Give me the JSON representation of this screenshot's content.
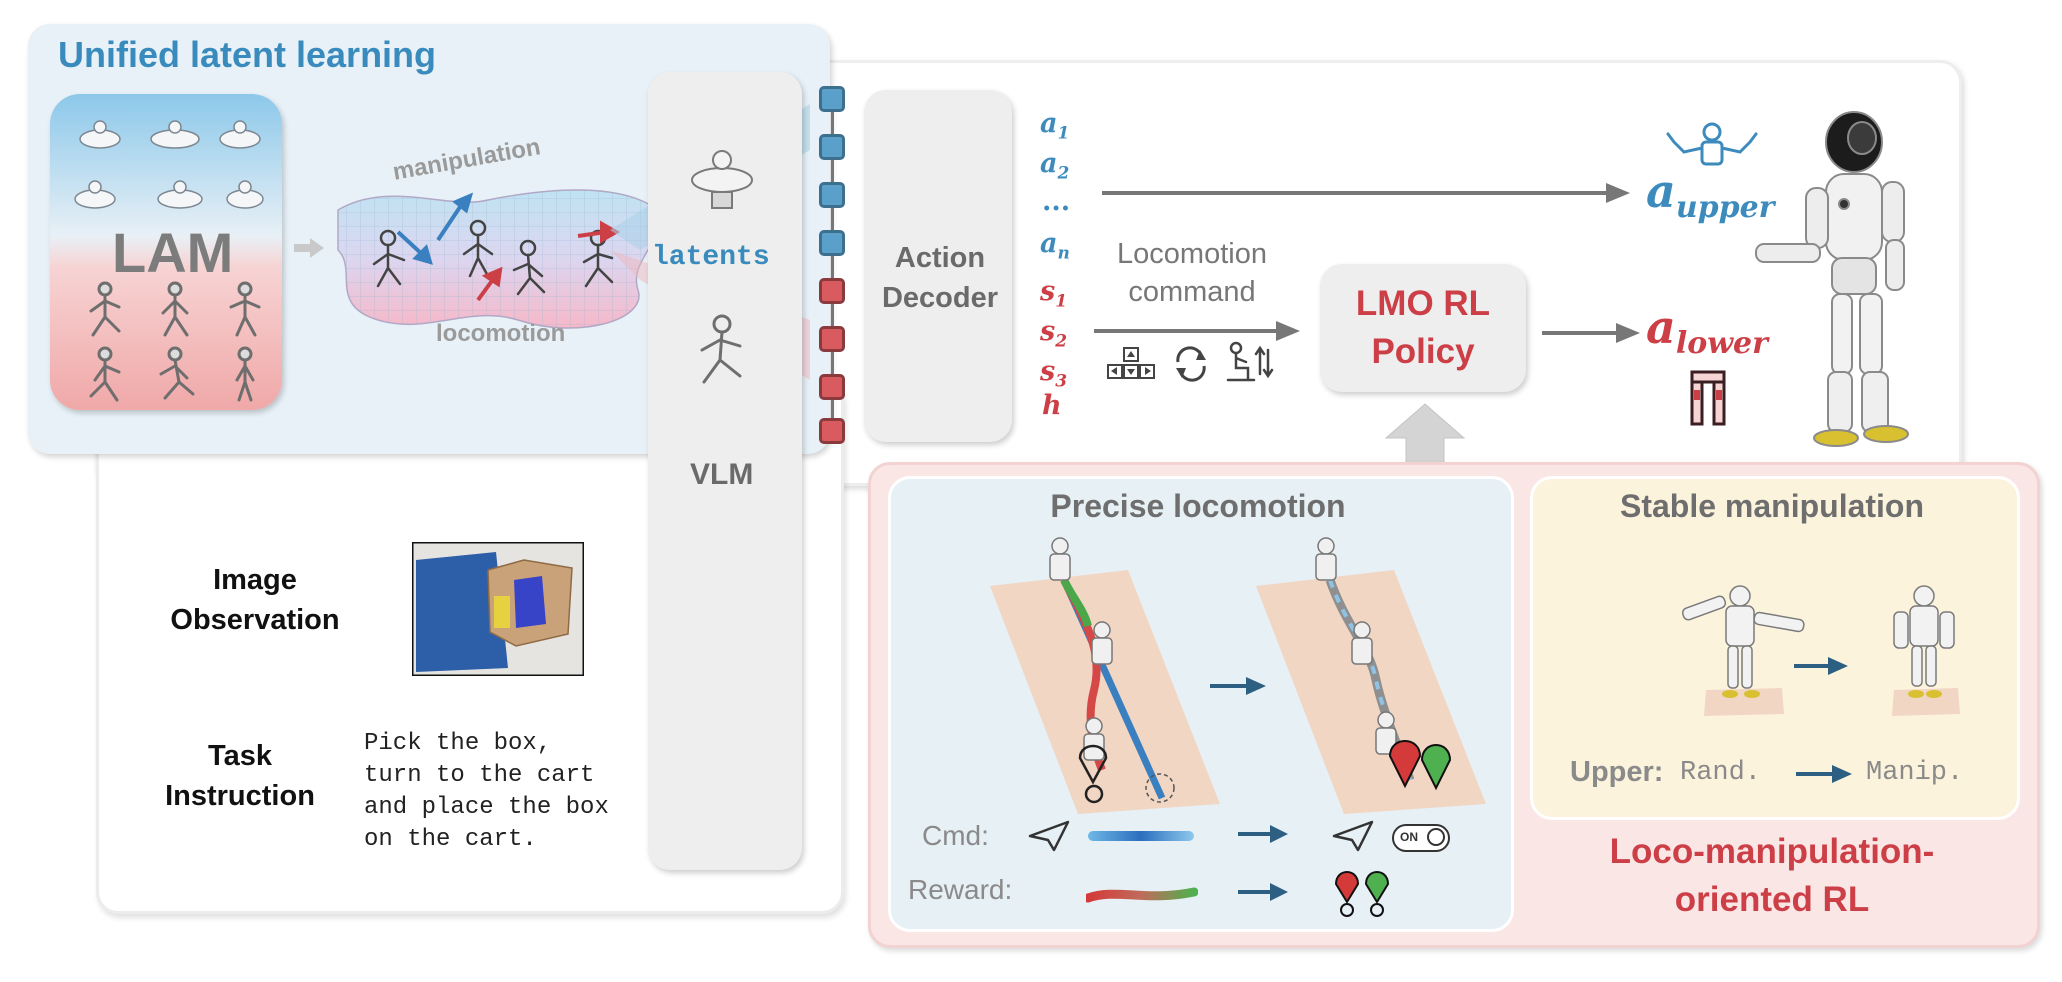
{
  "unified": {
    "title": "Unified latent learning",
    "lam_label": "LAM",
    "manifold_top": "manipulation",
    "manifold_bottom": "locomotion",
    "latents_label": "latents"
  },
  "vlm": {
    "label": "VLM"
  },
  "decoder": {
    "line1": "Action",
    "line2": "Decoder"
  },
  "sequence": {
    "a1": "a",
    "a1_sub": "1",
    "a2": "a",
    "a2_sub": "2",
    "dots": "...",
    "an": "a",
    "an_sub": "n",
    "s1": "s",
    "s1_sub": "1",
    "s2": "s",
    "s2_sub": "2",
    "s3": "s",
    "s3_sub": "3",
    "h": "h"
  },
  "command": {
    "line1": "Locomotion",
    "line2": "command"
  },
  "policy": {
    "line1": "LMO RL",
    "line2": "Policy"
  },
  "outputs": {
    "upper_main": "a",
    "upper_sub": "upper",
    "lower_main": "a",
    "lower_sub": "lower"
  },
  "inputs": {
    "image_line1": "Image",
    "image_line2": "Observation",
    "task_line1": "Task",
    "task_line2": "Instruction",
    "instruction_lines": [
      "Pick the box,",
      "turn to the cart",
      "and place the box",
      "on the cart."
    ]
  },
  "precise": {
    "title": "Precise locomotion",
    "cmd_label": "Cmd:",
    "reward_label": "Reward:",
    "toggle_text": "ON"
  },
  "stable": {
    "title": "Stable manipulation",
    "upper_label": "Upper:",
    "from": "Rand.",
    "to": "Manip."
  },
  "rl_title": {
    "line1": "Loco-manipulation-",
    "line2": "oriented RL"
  },
  "colors": {
    "blue": "#3d8bbd",
    "red": "#cc3f46",
    "gray": "#8c8c8c",
    "lightblue_panel": "#e6f1f7",
    "pink_panel": "#fbe4e4",
    "cream_panel": "#fcf3dc"
  }
}
